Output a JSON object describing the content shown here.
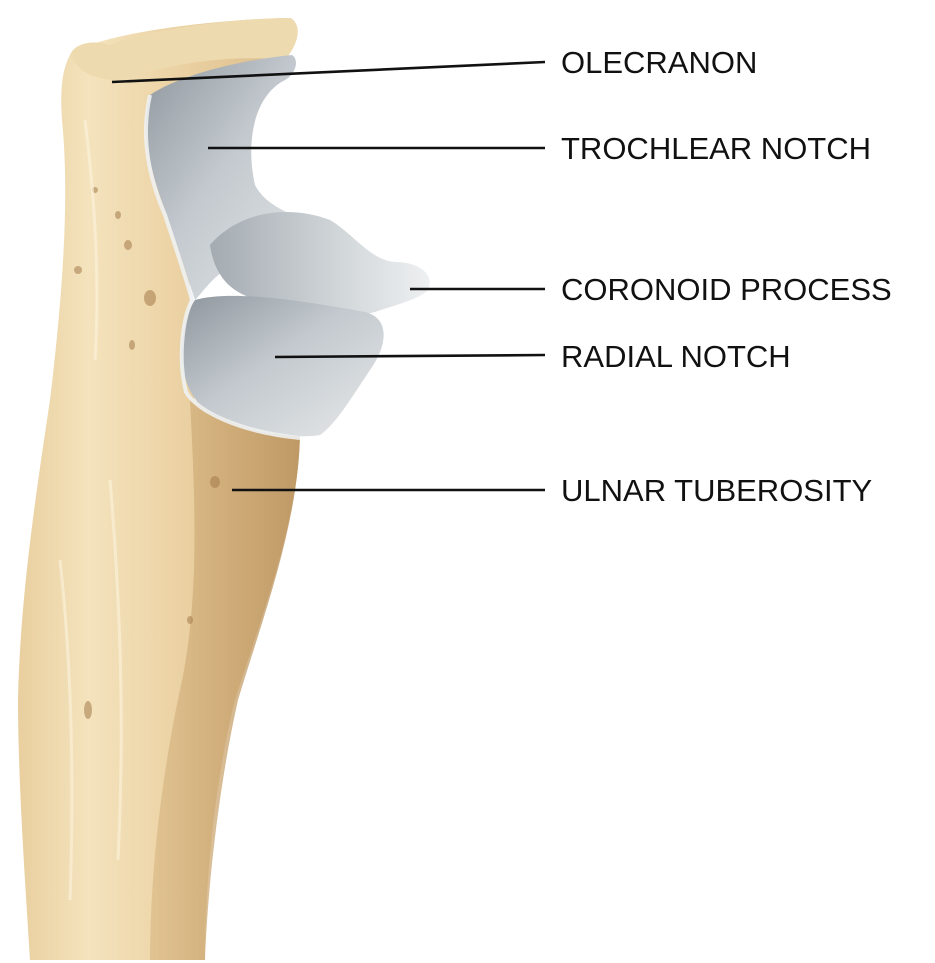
{
  "figure": {
    "labels": [
      {
        "id": "olecranon",
        "text": "OLECRANON"
      },
      {
        "id": "trochlear-notch",
        "text": "TROCHLEAR NOTCH"
      },
      {
        "id": "coronoid-process",
        "text": "CORONOID PROCESS"
      },
      {
        "id": "radial-notch",
        "text": "RADIAL NOTCH"
      },
      {
        "id": "ulnar-tuberosity",
        "text": "ULNAR TUBEROSITY"
      }
    ],
    "colors": {
      "background": "#ffffff",
      "bone_light": "#f1deb4",
      "bone_mid": "#e6c896",
      "bone_dark": "#b88f5c",
      "cartilage_light": "#dfe3e6",
      "cartilage_mid": "#b9bfc4",
      "cartilage_dark": "#8a9299",
      "line": "#111111"
    }
  }
}
